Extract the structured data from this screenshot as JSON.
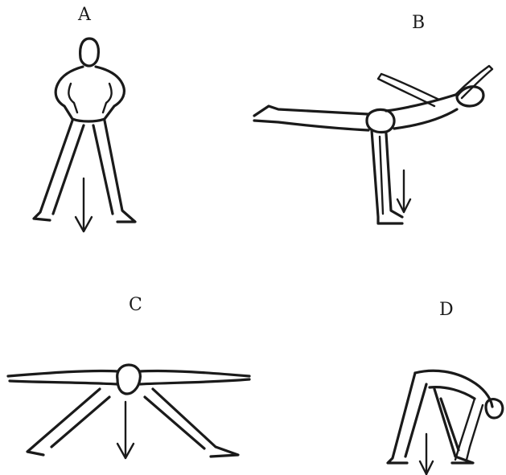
{
  "figures": [
    {
      "id": "A",
      "label": "A"
    },
    {
      "id": "B",
      "label": "B"
    },
    {
      "id": "C",
      "label": "C"
    },
    {
      "id": "D",
      "label": "D"
    }
  ],
  "colors": {
    "ink": "#1a1a1a",
    "background": "#ffffff"
  }
}
